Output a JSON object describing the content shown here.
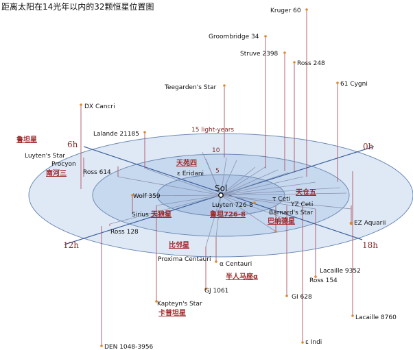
{
  "title": "距离太阳在14光年以内的32颗恒星位置图",
  "center_label": "Sol",
  "ring_labels": [
    "5",
    "10",
    "15 light-years"
  ],
  "hour_labels": [
    "0h",
    "6h",
    "12h",
    "18h"
  ],
  "stars": [
    {
      "name": "Kruger 60",
      "cn": ""
    },
    {
      "name": "Groombridge 34",
      "cn": ""
    },
    {
      "name": "Struve 2398",
      "cn": ""
    },
    {
      "name": "Ross 248",
      "cn": ""
    },
    {
      "name": "61 Cygni",
      "cn": ""
    },
    {
      "name": "Teegarden's Star",
      "cn": ""
    },
    {
      "name": "DX Cancri",
      "cn": ""
    },
    {
      "name": "Lalande 21185",
      "cn": ""
    },
    {
      "name": "Luyten's Star",
      "cn": "鲁坦星"
    },
    {
      "name": "Procyon",
      "cn": "南河三"
    },
    {
      "name": "Ross 614",
      "cn": ""
    },
    {
      "name": "ε Eridani",
      "cn": "天苑四"
    },
    {
      "name": "Wolf 359",
      "cn": ""
    },
    {
      "name": "Sirius",
      "cn": "天狼星"
    },
    {
      "name": "Ross 128",
      "cn": ""
    },
    {
      "name": "Luyten 726-8",
      "cn": "鲁坦726-8"
    },
    {
      "name": "τ Ceti",
      "cn": "天仓五"
    },
    {
      "name": "YZ Ceti",
      "cn": ""
    },
    {
      "name": "Barnard's Star",
      "cn": "巴纳德星"
    },
    {
      "name": "EZ Aquarii",
      "cn": ""
    },
    {
      "name": "Proxima Centauri",
      "cn": "比邻星"
    },
    {
      "name": "α Centauri",
      "cn": "半人马座α"
    },
    {
      "name": "GJ 1061",
      "cn": ""
    },
    {
      "name": "Lacaille 9352",
      "cn": ""
    },
    {
      "name": "Ross 154",
      "cn": ""
    },
    {
      "name": "GI 628",
      "cn": ""
    },
    {
      "name": "Kapteyn's Star",
      "cn": "卡普坦星"
    },
    {
      "name": "Lacaille 8760",
      "cn": ""
    },
    {
      "name": "DEN 1048-3956",
      "cn": ""
    },
    {
      "name": "ε Indi",
      "cn": ""
    }
  ]
}
